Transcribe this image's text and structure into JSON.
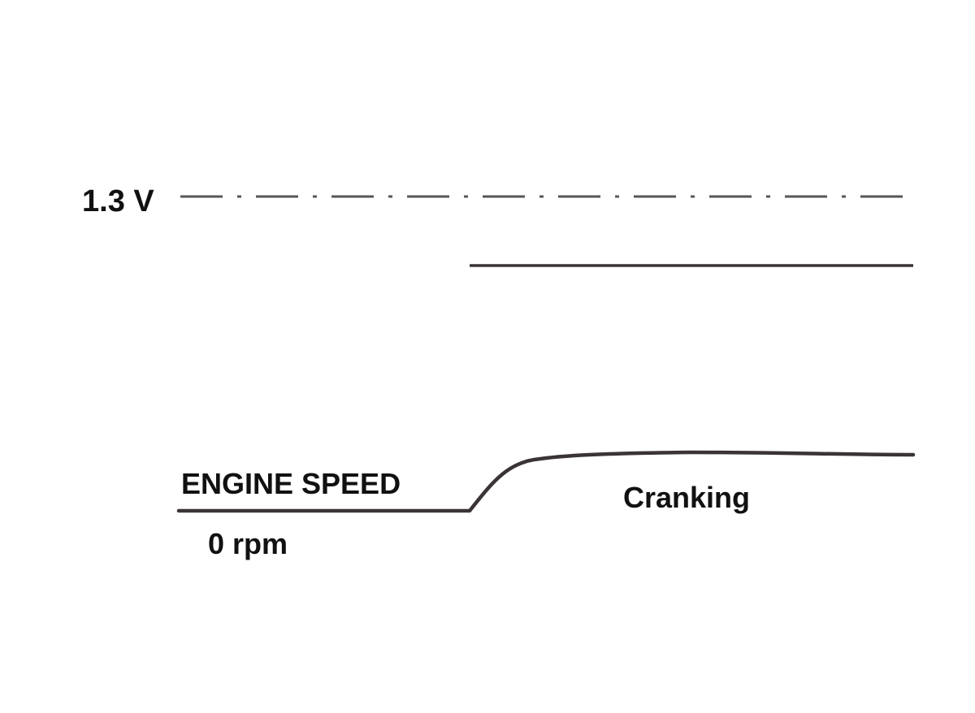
{
  "labels": {
    "threshold": "1.3 V",
    "engine_speed": "ENGINE SPEED",
    "zero_rpm": "0 rpm",
    "cranking": "Cranking"
  },
  "colors": {
    "line": "#3a3434",
    "dashed_line": "#5a5555",
    "text": "#111111",
    "background": "#ffffff"
  },
  "line_styles": {
    "threshold": "dash-dot",
    "signal": "solid",
    "engine_speed": "solid"
  }
}
